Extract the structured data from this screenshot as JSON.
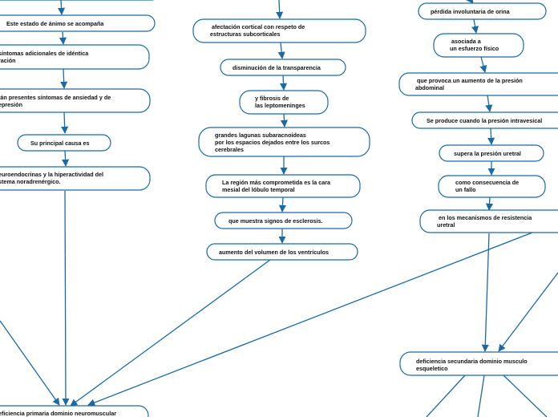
{
  "nodes": {
    "estado_animo": "Este estado de ánimo se acompaña",
    "sintomas_l1": "síntomas adicionales de idéntica",
    "sintomas_l2": "ración",
    "ansiedad_l1": "tán presentes síntomas de ansiedad y de",
    "ansiedad_l2": "epresión",
    "causa": "Su principal causa es",
    "neuro_l1": "euroendocrinas y la hiperactividad del",
    "neuro_l2": "stema noradrenérgico.",
    "primaria": "eficiencia primaria dominio neuromuscular",
    "cortical_l1": "afectación cortical con respeto de",
    "cortical_l2": "estructuras subcorticales",
    "transparencia": "disminución de la transparencia",
    "fibrosis_l1": "y fibrosis de",
    "fibrosis_l2": "las leptomeninges",
    "lagunas_l1": "grandes lagunas subaracnoideas",
    "lagunas_l2": "por los espacios dejados entre los surcos",
    "lagunas_l3": "cerebrales",
    "region_l1": "La región más comprometida es la cara",
    "region_l2": "mesial del lóbulo temporal",
    "esclerosis": "que muestra signos de esclerosis.",
    "ventriculos": "aumento del volumen de los ventrículos",
    "perdida": "pérdida involuntaria de orina",
    "asociada_l1": "asociada a",
    "asociada_l2": "un esfuerzo físico",
    "provoca_l1": "que provoca un aumento de la presión",
    "provoca_l2": "abdominal",
    "intravesical": "Se produce cuando la presión intravesical",
    "supera": "supera la presión uretral",
    "consecuencia_l1": "como consecuencia de",
    "consecuencia_l2": "un fallo",
    "mecanismos_l1": "en los mecanismos de resistencia",
    "mecanismos_l2": "uretral",
    "secundaria_l1": "deficiencia secundaria dominio musculo",
    "secundaria_l2": "esqueletico"
  },
  "colors": {
    "stroke": "#1a6aa8",
    "text": "#111111",
    "background": "#ffffff"
  }
}
